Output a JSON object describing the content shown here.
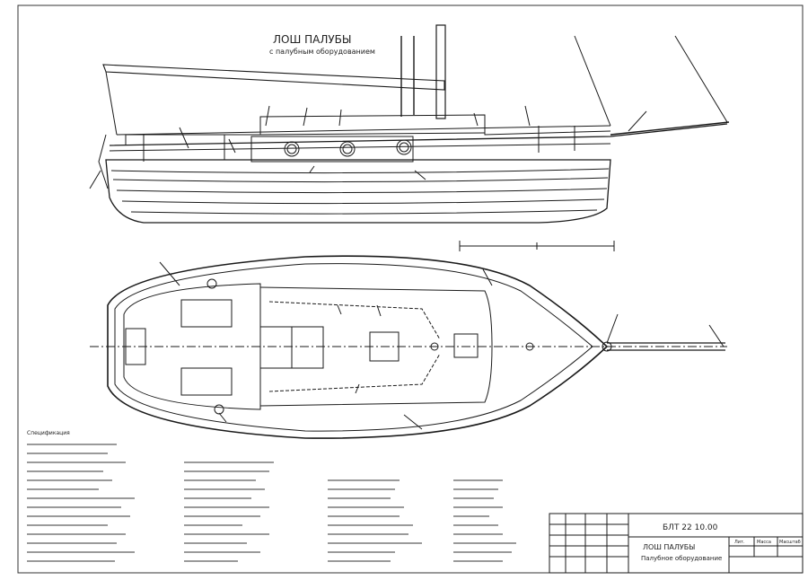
{
  "drawing": {
    "title_line1": "ЛОШ ПАЛУБЫ",
    "title_line2": "с палубным оборудованием",
    "legend_heading": "Спецификация",
    "stamp_code": "БЛТ 22 10.00",
    "stamp_title_line1": "ЛОШ ПАЛУБЫ",
    "stamp_title_line2": "Палубное оборудование",
    "stamp_col_lit": "Лит.",
    "stamp_col_mass": "Масса",
    "stamp_col_scale": "Масштаб"
  },
  "colors": {
    "line": "#1a1a1a",
    "paper": "#ffffff"
  }
}
